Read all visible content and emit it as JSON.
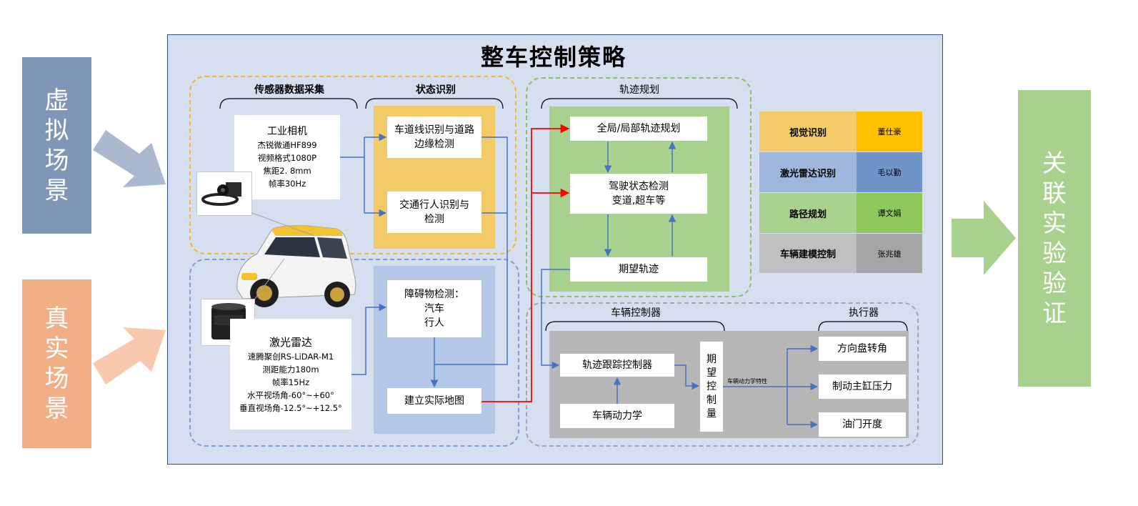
{
  "left_scenes": {
    "virtual": {
      "label": "虚拟场景",
      "color": "#7f96b6"
    },
    "real": {
      "label": "真实场景",
      "color": "#f2ae84"
    }
  },
  "right_box": {
    "label": "关联实验验证",
    "color": "#a9d18e"
  },
  "main_title": "整车控制策略",
  "sensing": {
    "sensor_header": "传感器数据采集",
    "state_header": "状态识别",
    "camera": {
      "title": "工业相机",
      "lines": [
        "杰锐微通HF899",
        "视频格式1080P",
        "焦距2. 8mm",
        "帧率30Hz"
      ]
    },
    "lidar": {
      "title": "激光雷达",
      "lines": [
        "速腾聚创RS-LiDAR-M1",
        "测距能力180m",
        "帧率15Hz",
        "水平视场角-60°~+60°",
        "垂直视场角-12.5°~+12.5°"
      ]
    },
    "lane_detect": "车道线识别与道路边缘检测",
    "pedestrian_detect": "交通行人识别与检测",
    "obstacle_detect": [
      "障碍物检测：",
      "汽车",
      "行人"
    ],
    "build_map": "建立实际地图"
  },
  "planning": {
    "header": "轨迹规划",
    "global_local": "全局/局部轨迹规划",
    "driving_state": [
      "驾驶状态检测",
      "变道,超车等"
    ],
    "expected_traj": "期望轨迹"
  },
  "control": {
    "controller_header": "车辆控制器",
    "actuator_header": "执行器",
    "tracking": "轨迹跟踪控制器",
    "dynamics": "车辆动力学",
    "expected_ctrl": [
      "期",
      "望",
      "控",
      "制",
      "量"
    ],
    "dyn_char": "车辆动力学特性",
    "steering": "方向盘转角",
    "brake": "制动主缸压力",
    "throttle": "油门开度"
  },
  "legend": [
    {
      "task": "视觉识别",
      "name": "董仕豪",
      "task_color": "#f2ca68",
      "name_color": "#ffc000"
    },
    {
      "task": "激光雷达识别",
      "name": "毛以勤",
      "task_color": "#9fb7dc",
      "name_color": "#6f95c8"
    },
    {
      "task": "路径规划",
      "name": "谭文娟",
      "task_color": "#a9d18e",
      "name_color": "#8ec85a"
    },
    {
      "task": "车辆建模控制",
      "name": "张兆雄",
      "task_color": "#bfbfbf",
      "name_color": "#a5a5a5"
    }
  ]
}
